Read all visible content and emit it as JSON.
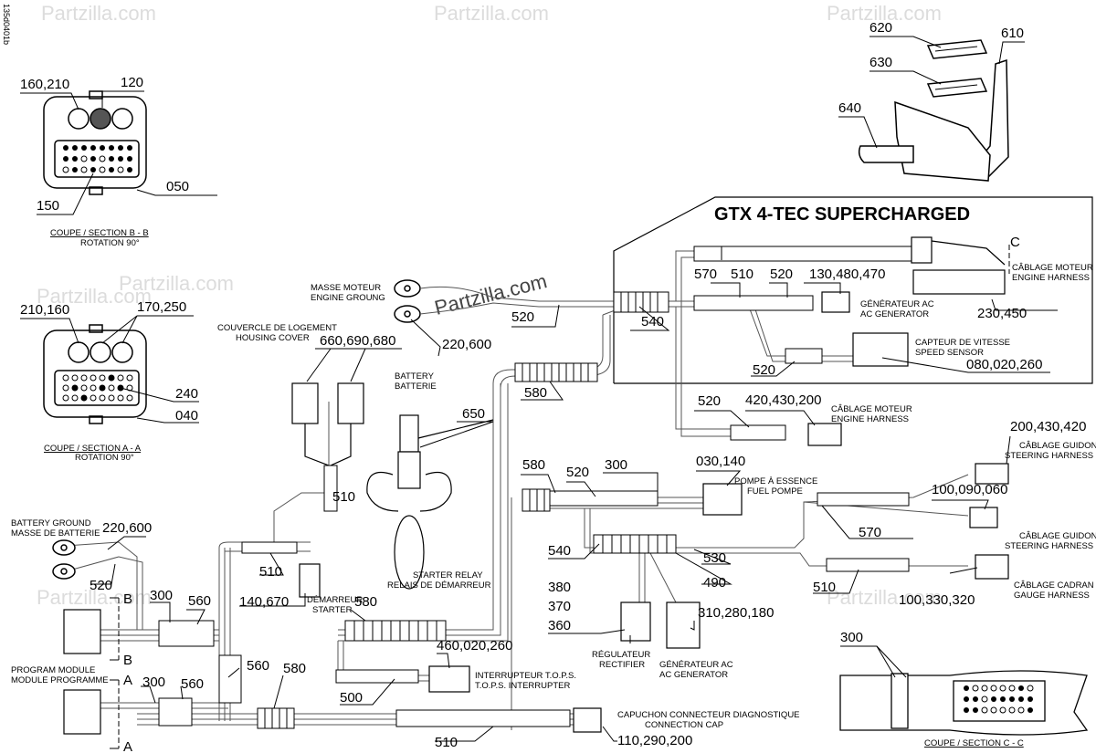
{
  "drawing_code": "135d0401b",
  "watermark": "Partzilla.com",
  "title": "GTX 4-TEC SUPERCHARGED",
  "sections": {
    "b": {
      "line1": "COUPE / SECTION B - B",
      "line2": "ROTATION 90°"
    },
    "a": {
      "line1": "COUPE / SECTION A - A",
      "line2": "ROTATION 90°"
    },
    "c": {
      "line1": "COUPE / SECTION C - C"
    }
  },
  "section_marks": {
    "a": "A",
    "b": "B",
    "c": "C"
  },
  "callouts": {
    "p160_210": "160,210",
    "p120": "120",
    "p150": "150",
    "p050": "050",
    "p210_160": "210,160",
    "p170_250": "170,250",
    "p240": "240",
    "p040": "040",
    "p620": "620",
    "p610": "610",
    "p630": "630",
    "p640": "640",
    "p660_690_680": "660,690,680",
    "p650": "650",
    "p520_a": "520",
    "p220_600_a": "220,600",
    "p540_a": "540",
    "p570_a": "570",
    "p510_a": "510",
    "p520_b": "520",
    "p130_480_470": "130,480,470",
    "p230_450": "230,450",
    "p520_c": "520",
    "p080_020_260": "080,020,260",
    "p580_a": "580",
    "p520_d": "520",
    "p420_430_200": "420,430,200",
    "p510_b": "510",
    "p580_b": "580",
    "p520_e": "520",
    "p300_a": "300",
    "p030_140": "030,140",
    "p200_430_420": "200,430,420",
    "p100_090_060": "100,090,060",
    "p570_b": "570",
    "p540_b": "540",
    "p530": "530",
    "p490": "490",
    "p510_c": "510",
    "p100_330_320": "100,330,320",
    "p220_600_b": "220,600",
    "p520_f": "520",
    "p510_d": "510",
    "p140_670": "140,670",
    "p300_b": "300",
    "p560_a": "560",
    "p580_c": "580",
    "p380": "380",
    "p370": "370",
    "p360": "360",
    "p310_280_180": "310,280,180",
    "p560_b": "560",
    "p580_d": "580",
    "p300_c": "300",
    "p560_c": "560",
    "p460_020_260": "460,020,260",
    "p500": "500",
    "p510_e": "510",
    "p110_290_200": "110,290,200",
    "p300_d": "300"
  },
  "notes": {
    "engine_ground": {
      "fr": "MASSE MOTEUR",
      "en": "ENGINE GROUNG"
    },
    "housing_cover": {
      "fr": "COUVERCLE DE LOGEMENT",
      "en": "HOUSING COVER"
    },
    "battery": {
      "fr": "BATTERY",
      "en": "BATTERIE"
    },
    "engine_harness_a": {
      "fr": "CÂBLAGE MOTEUR",
      "en": "ENGINE HARNESS"
    },
    "ac_generator_a": {
      "fr": "GÉNÉRATEUR AC",
      "en": "AC GENERATOR"
    },
    "speed_sensor": {
      "fr": "CAPTEUR DE VITESSE",
      "en": "SPEED SENSOR"
    },
    "engine_harness_b": {
      "fr": "CÂBLAGE MOTEUR",
      "en": "ENGINE HARNESS"
    },
    "fuel_pump": {
      "fr": "POMPE À ESSENCE",
      "en": "FUEL POMPE"
    },
    "steering_harness_a": {
      "fr": "CÂBLAGE GUIDON",
      "en": "STEERING HARNESS"
    },
    "steering_harness_b": {
      "fr": "CÂBLAGE GUIDON",
      "en": "STEERING HARNESS"
    },
    "gauge_harness": {
      "fr": "CÂBLAGE CADRAN",
      "en": "GAUGE HARNESS"
    },
    "battery_ground": {
      "en": "BATTERY GROUND",
      "fr": "MASSE DE BATTERIE"
    },
    "starter_relay": {
      "en": "STARTER RELAY",
      "fr": "RELAIS DE DÉMARREUR"
    },
    "starter": {
      "fr": "DÉMARREUR",
      "en": "STARTER"
    },
    "program_module": {
      "en": "PROGRAM MODULE",
      "fr": "MODULE PROGRAMME"
    },
    "rectifier": {
      "fr": "RÉGULATEUR",
      "en": "RECTIFIER"
    },
    "ac_generator_b": {
      "fr": "GÉNÉRATEUR AC",
      "en": "AC GENERATOR"
    },
    "tops": {
      "fr": "INTERRUPTEUR T.O.P.S.",
      "en": "T.O.P.S. INTERRUPTER"
    },
    "diag_cap": {
      "fr": "CAPUCHON CONNECTEUR DIAGNOSTIQUE",
      "en": "CONNECTION CAP"
    }
  }
}
